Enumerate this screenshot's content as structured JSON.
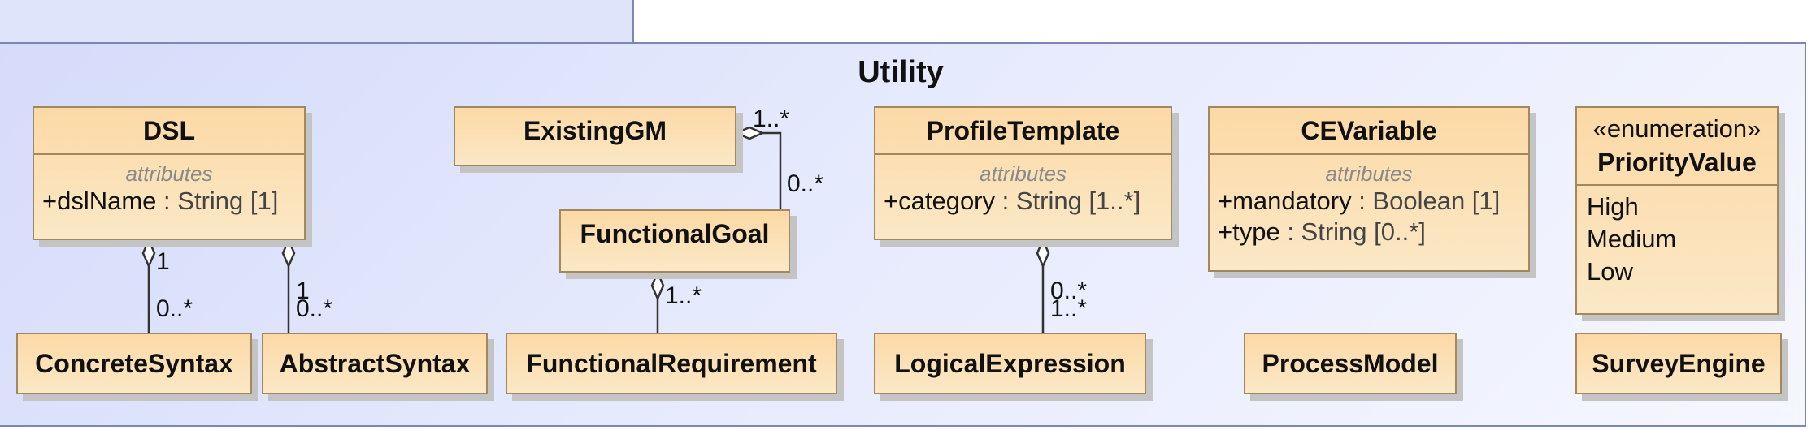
{
  "package": {
    "name": "Utility"
  },
  "classes": {
    "dsl": {
      "name": "DSL",
      "section_label": "attributes",
      "attr": {
        "name": "+dslName",
        "type": " : String [1]"
      }
    },
    "existinggm": {
      "name": "ExistingGM"
    },
    "functionalgoal": {
      "name": "FunctionalGoal"
    },
    "profiletemplate": {
      "name": "ProfileTemplate",
      "section_label": "attributes",
      "attr": {
        "name": "+category",
        "type": " : String [1..*]"
      }
    },
    "cevariable": {
      "name": "CEVariable",
      "section_label": "attributes",
      "attrs": [
        {
          "name": "+mandatory",
          "type": " : Boolean [1]"
        },
        {
          "name": "+type",
          "type": " : String [0..*]"
        }
      ]
    },
    "priorityvalue": {
      "stereotype": "«enumeration»",
      "name": "PriorityValue",
      "literals": [
        "High",
        "Medium",
        "Low"
      ]
    },
    "concretesyntax": {
      "name": "ConcreteSyntax"
    },
    "abstractsyntax": {
      "name": "AbstractSyntax"
    },
    "functionalrequirement": {
      "name": "FunctionalRequirement"
    },
    "logicalexpression": {
      "name": "LogicalExpression"
    },
    "processmodel": {
      "name": "ProcessModel"
    },
    "surveyengine": {
      "name": "SurveyEngine"
    }
  },
  "multiplicities": {
    "dsl_concrete_owner": "1",
    "dsl_concrete_part": "0..*",
    "dsl_abstract_owner": "1",
    "dsl_abstract_part": "0..*",
    "existinggm_owner": "1..*",
    "existinggm_part": "0..*",
    "functionalgoal_part": "1..*",
    "profiletemplate_part_a": "0..*",
    "profiletemplate_part_b": "1..*"
  }
}
